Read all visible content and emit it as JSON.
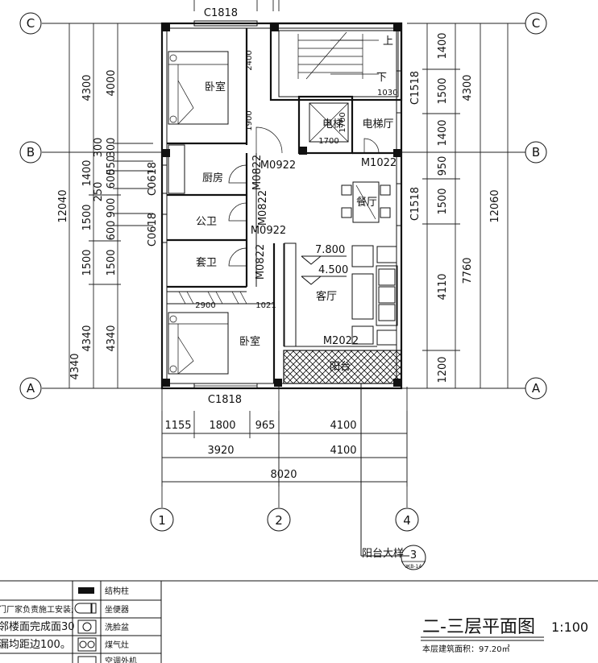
{
  "axes": {
    "row_labels": [
      "C",
      "B",
      "A"
    ],
    "col_labels": [
      "1",
      "2",
      "4"
    ]
  },
  "windows": {
    "top": "C1818",
    "bottom": "C1818",
    "right_upper": "C1518",
    "right_lower": "C1518",
    "left_upper": "C0618",
    "left_lower": "C0618"
  },
  "doors": {
    "bedroom_top": "M0922",
    "kitchen": "M0822",
    "public_bath": "M0822",
    "public_bath_top": "M0922",
    "ensuite": "M0822",
    "elevator_hall": "M1022",
    "living_balcony": "M2022"
  },
  "rooms": {
    "bedroom_top": "卧室",
    "kitchen": "厨房",
    "public_bath": "公卫",
    "ensuite": "套卫",
    "bedroom_bottom": "卧室",
    "elevator": "电梯",
    "elevator_hall": "电梯厅",
    "dining": "餐厅",
    "living": "客厅",
    "balcony": "阳台",
    "stair_up": "上",
    "stair_down": "下"
  },
  "inner_dims": {
    "wall_2400": "2400",
    "wall_1900": "1900",
    "elev_1700_v": "1700",
    "elev_1700_h": "1700",
    "stair_1030": "1030",
    "closet_2900": "2900",
    "closet_1021": "1021"
  },
  "levels": {
    "upper": "7.800",
    "lower": "4.500"
  },
  "left_dims": {
    "total": "12040",
    "outer": [
      "4300",
      "1400",
      "1500",
      "1500",
      "4340"
    ],
    "inner": [
      "4000",
      "300",
      "550",
      "250",
      "600",
      "900",
      "600",
      "1500",
      "4340"
    ],
    "inner2": [
      "300"
    ]
  },
  "right_dims": {
    "total": "12060",
    "mid": [
      "4300",
      "7760"
    ],
    "inner": [
      "1400",
      "1500",
      "1400",
      "950",
      "1500",
      "4110",
      "1200"
    ]
  },
  "bottom_dims": {
    "row1": [
      "1155",
      "1800",
      "965",
      "4100"
    ],
    "row2": [
      "3920",
      "4100"
    ],
    "total": "8020"
  },
  "detail_callout": {
    "label": "阳台大样",
    "number": "3",
    "sheet": "ЖВ-14"
  },
  "legend": {
    "notes": [
      "门厂家负责施工安装;",
      "邻楼面完成面30",
      "漏均距边100。"
    ],
    "items": [
      "结构柱",
      "坐便器",
      "洗脸盆",
      "煤气灶",
      "空调外机"
    ]
  },
  "title": {
    "name": "二-三层平面图",
    "scale": "1:100",
    "area": "本层建筑面积：97.20㎡"
  }
}
